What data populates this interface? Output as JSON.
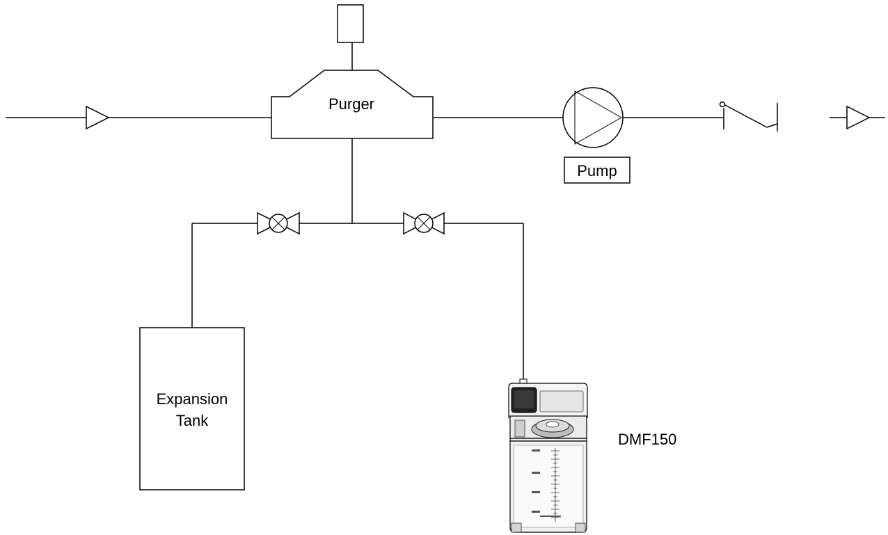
{
  "diagram": {
    "labels": {
      "purger": "Purger",
      "pump": "Pump",
      "expansion_tank_line1": "Expansion",
      "expansion_tank_line2": "Tank",
      "dmf": "DMF150"
    },
    "components": [
      {
        "name": "inlet-flow-arrow",
        "type": "flow-direction-arrow"
      },
      {
        "name": "purger",
        "type": "air-separator",
        "label_key": "purger"
      },
      {
        "name": "purger-vent",
        "type": "vent"
      },
      {
        "name": "pump",
        "type": "pump",
        "label_key": "pump"
      },
      {
        "name": "check-valve",
        "type": "swing-check-valve"
      },
      {
        "name": "outlet-flow-arrow",
        "type": "flow-direction-arrow"
      },
      {
        "name": "tank-isolation-valve",
        "type": "gate-valve"
      },
      {
        "name": "dmf-isolation-valve",
        "type": "gate-valve"
      },
      {
        "name": "expansion-tank",
        "type": "tank",
        "label_keys": [
          "expansion_tank_line1",
          "expansion_tank_line2"
        ]
      },
      {
        "name": "dmf150-unit",
        "type": "fill-unit",
        "label_key": "dmf"
      }
    ],
    "flow_direction": "left-to-right"
  }
}
